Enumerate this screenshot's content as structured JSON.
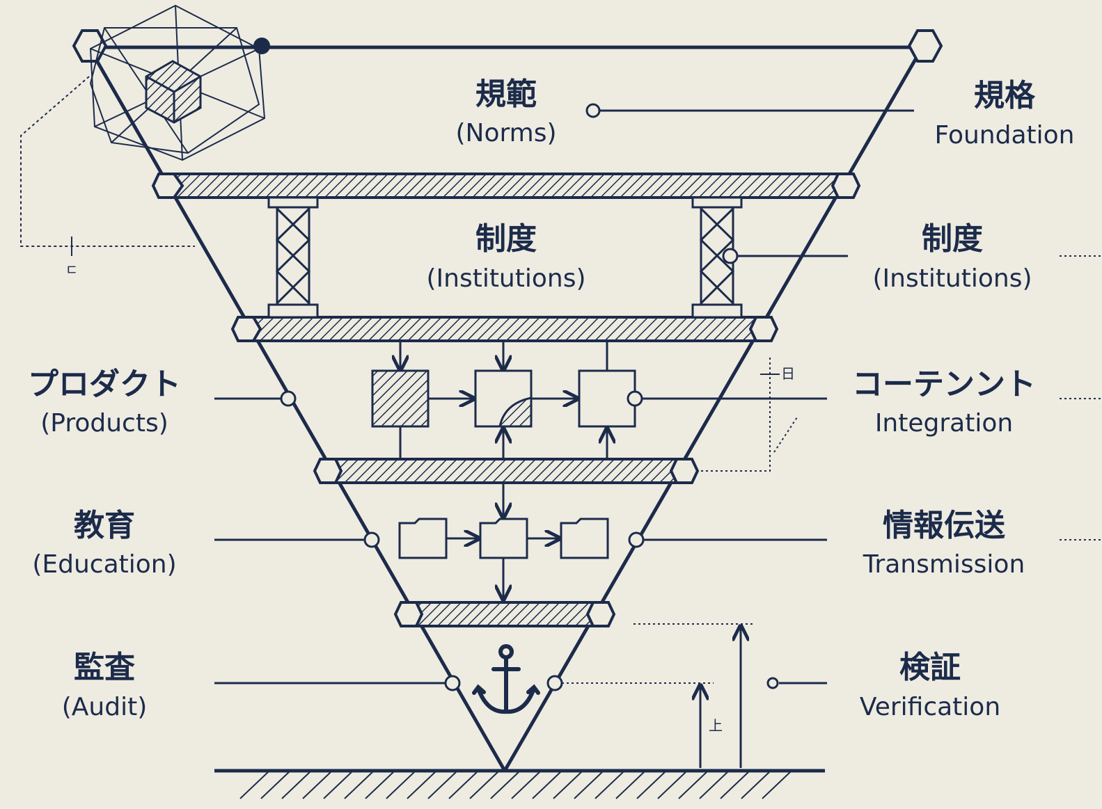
{
  "diagram": {
    "center": {
      "norms": {
        "jp": "規範",
        "en": "(Norms)"
      },
      "institutions": {
        "jp": "制度",
        "en": "(Institutions)"
      }
    },
    "left": {
      "products": {
        "jp": "プロダクト",
        "en": "(Products)"
      },
      "education": {
        "jp": "教育",
        "en": "(Education)"
      },
      "audit": {
        "jp": "監査",
        "en": "(Audit)"
      }
    },
    "right": {
      "foundation": {
        "jp": "規格",
        "en": "Foundation"
      },
      "institutions": {
        "jp": "制度",
        "en": "(Institutions)"
      },
      "integration": {
        "jp": "コーテンント",
        "en": "Integration"
      },
      "transmission": {
        "jp": "情報伝送",
        "en": "Transmission"
      },
      "verification": {
        "jp": "検証",
        "en": "Verification"
      }
    },
    "marks": {
      "left_dim": "ㄷ",
      "right_dim": "日",
      "height_mark": "上"
    },
    "colors": {
      "ink": "#1c2b4a",
      "paper": "#eeebe1"
    }
  }
}
